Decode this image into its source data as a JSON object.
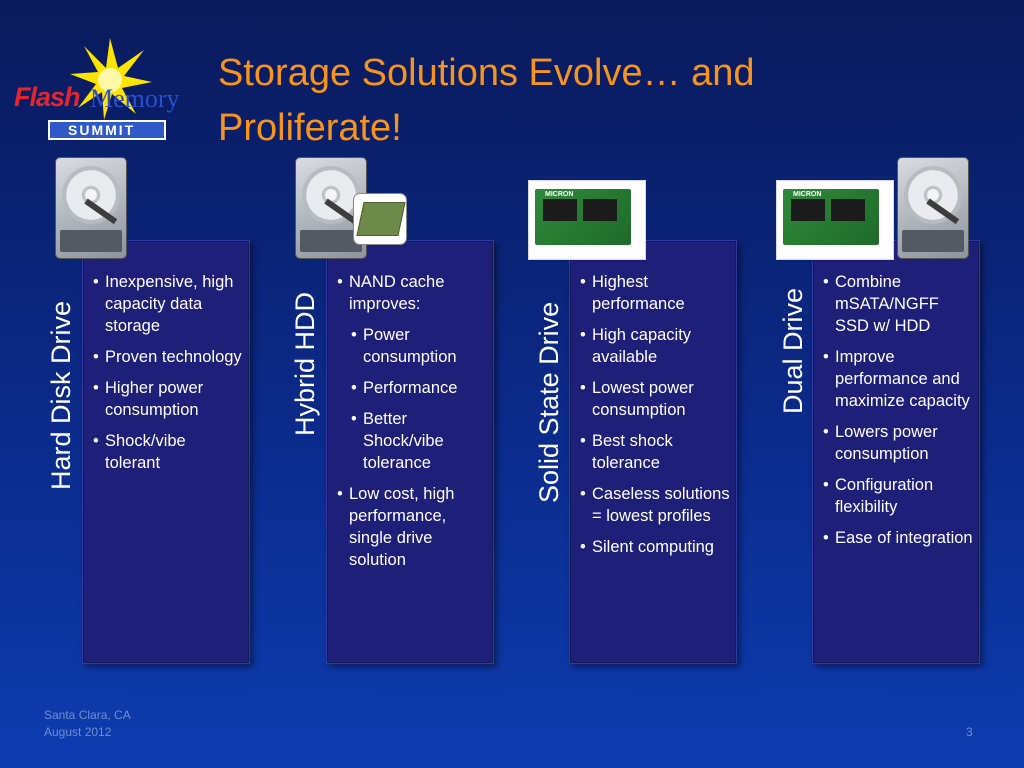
{
  "logo": {
    "word1": "Flash",
    "word2": "Memory",
    "word3": "SUMMIT"
  },
  "title": {
    "line1": "Storage Solutions Evolve… and",
    "line2": "Proliferate!"
  },
  "columns": [
    {
      "label": "Hard Disk Drive",
      "bullets": [
        "Inexpensive, high capacity data storage",
        "Proven technology",
        "Higher power consumption",
        "Shock/vibe tolerant"
      ]
    },
    {
      "label": "Hybrid HDD",
      "bullets": [
        "NAND cache improves:",
        "Power consumption",
        "Performance",
        "Better Shock/vibe tolerance",
        "Low cost, high performance, single drive solution"
      ]
    },
    {
      "label": "Solid State Drive",
      "bullets": [
        "Highest performance",
        "High capacity available",
        "Lowest power consumption",
        "Best shock tolerance",
        "Caseless solutions  = lowest profiles",
        "Silent computing"
      ]
    },
    {
      "label": "Dual Drive",
      "bullets": [
        "Combine mSATA/NGFF SSD w/ HDD",
        "Improve performance and maximize capacity",
        "Lowers power consumption",
        "Configuration flexibility",
        "Ease of integration"
      ]
    }
  ],
  "ssd_brand": "MICRON",
  "footer": {
    "location": "Santa Clara, CA",
    "date": "August 2012",
    "page": "3"
  },
  "colors": {
    "title": "#f7941d",
    "column_bg": "#1e1f78",
    "footer": "#6f8fd0"
  }
}
